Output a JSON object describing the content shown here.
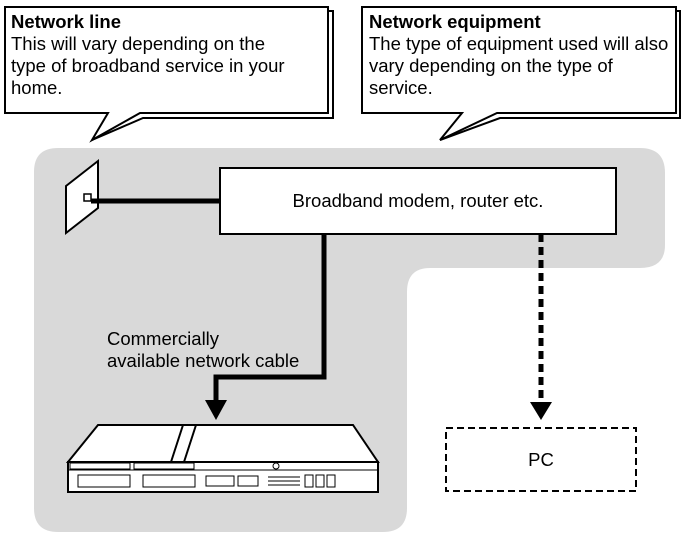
{
  "callouts": {
    "network_line": {
      "title": "Network line",
      "body": "This will vary depending on the\ntype of broadband service in your\nhome."
    },
    "network_equipment": {
      "title": "Network equipment",
      "body": "The type of equipment used will also\nvary depending on the type of\nservice."
    }
  },
  "nodes": {
    "modem": "Broadband modem, router etc.",
    "pc": "PC"
  },
  "cable_label": "Commercially\navailable network cable",
  "colors": {
    "area_fill": "#d9d9d9",
    "stroke": "#000000",
    "box_fill": "#ffffff"
  }
}
